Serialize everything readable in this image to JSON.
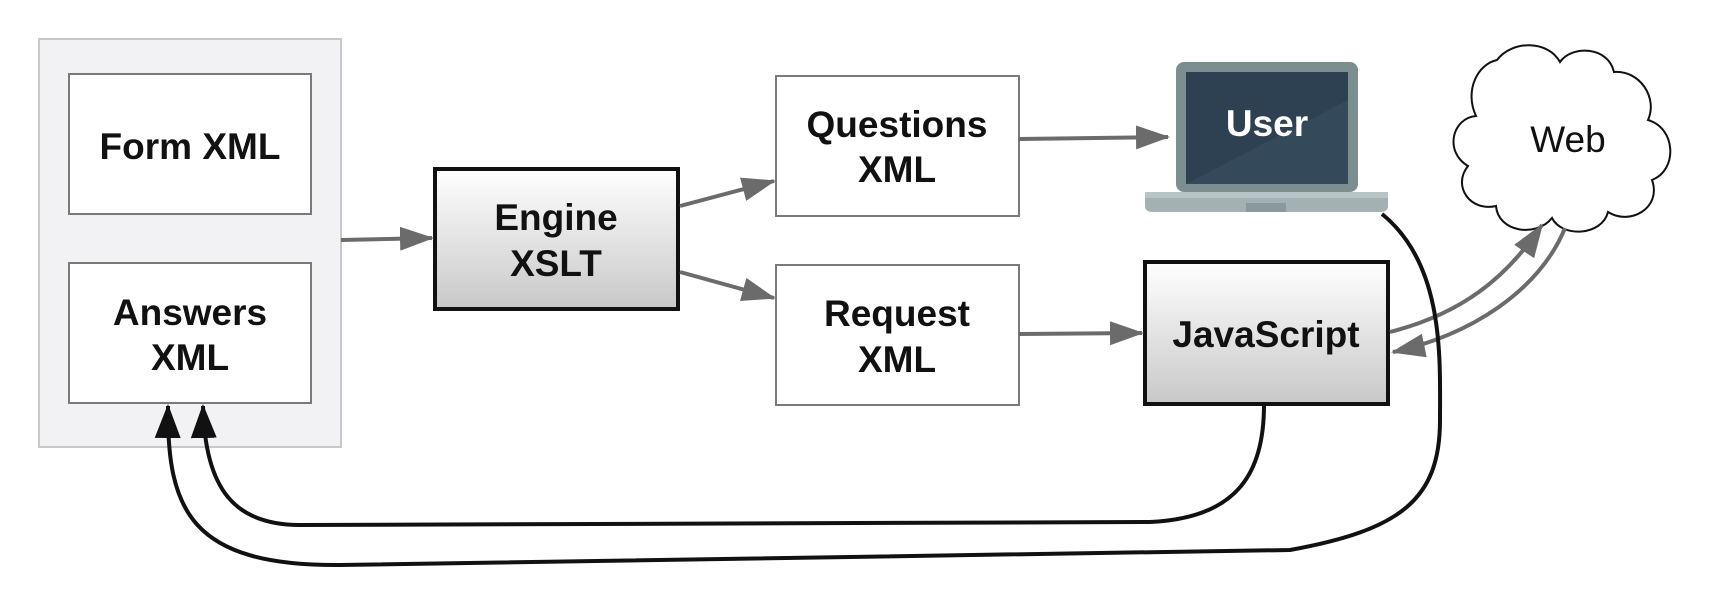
{
  "nodes": {
    "form_xml": {
      "lines": [
        "Form XML"
      ]
    },
    "answers_xml": {
      "lines": [
        "Answers",
        "XML"
      ]
    },
    "engine": {
      "lines": [
        "Engine",
        "XSLT"
      ]
    },
    "questions_xml": {
      "lines": [
        "Questions",
        "XML"
      ]
    },
    "request_xml": {
      "lines": [
        "Request",
        "XML"
      ]
    },
    "javascript": {
      "lines": [
        "JavaScript"
      ]
    },
    "user": {
      "lines": [
        "User"
      ]
    },
    "web": {
      "lines": [
        "Web"
      ]
    }
  },
  "colors": {
    "group_fill": "#f2f2f4",
    "group_stroke": "#c8c8cc",
    "box_stroke": "#7a7a7a",
    "bold_stroke": "#111111",
    "gradient_top": "#ffffff",
    "gradient_bottom": "#c8c8c8",
    "arrow_gray": "#6b6b6b",
    "arrow_black": "#111111",
    "laptop_frame": "#7d8e90",
    "laptop_screen": "#2d4152",
    "laptop_base": "#9aaaac"
  },
  "icons": {
    "user": "laptop-icon",
    "web": "cloud-icon"
  }
}
